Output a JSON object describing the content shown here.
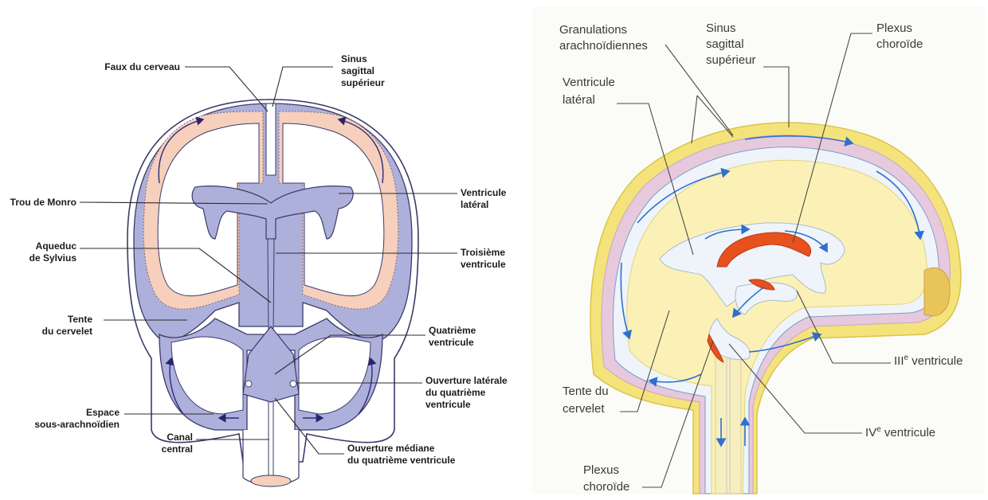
{
  "left_diagram": {
    "labels": {
      "faux": "Faux du cerveau",
      "sinus_1": "Sinus",
      "sinus_2": "sagittal",
      "sinus_3": "supérieur",
      "monro": "Trou de Monro",
      "ventricule_lateral_1": "Ventricule",
      "ventricule_lateral_2": "latéral",
      "aqueduc_1": "Aqueduc",
      "aqueduc_2": "de Sylvius",
      "troisieme_1": "Troisième",
      "troisieme_2": "ventricule",
      "tente_1": "Tente",
      "tente_2": "du cervelet",
      "quatrieme_1": "Quatrième",
      "quatrieme_2": "ventricule",
      "ouverture_laterale_1": "Ouverture latérale",
      "ouverture_laterale_2": "du quatrième",
      "ouverture_laterale_3": "ventricule",
      "espace_1": "Espace",
      "espace_2": "sous-arachnoïdien",
      "canal_1": "Canal",
      "canal_2": "central",
      "ouverture_mediane_1": "Ouverture médiane",
      "ouverture_mediane_2": "du quatrième ventricule"
    },
    "colors": {
      "csf": "#aeb0dc",
      "cortex": "#f6cfbd",
      "outline": "#3a3a6a"
    }
  },
  "right_diagram": {
    "labels": {
      "granulations_1": "Granulations",
      "granulations_2": "arachnoïdiennes",
      "sinus_1": "Sinus",
      "sinus_2": "sagittal",
      "sinus_3": "supérieur",
      "plexus_top_1": "Plexus",
      "plexus_top_2": "choroïde",
      "ventricule_lateral_1": "Ventricule",
      "ventricule_lateral_2": "latéral",
      "iii_ventricule_sup": "e",
      "iii_ventricule_main": "III",
      "iii_ventricule_rest": " ventricule",
      "iv_ventricule_main": "IV",
      "iv_ventricule_sup": "e",
      "iv_ventricule_rest": " ventricule",
      "tente_1": "Tente du",
      "tente_2": "cervelet",
      "plexus_bottom_1": "Plexus",
      "plexus_bottom_2": "choroïde"
    },
    "colors": {
      "brain": "#fbf1b6",
      "skull": "#f4e37a",
      "subarachnoid": "#eef4fa",
      "sinus": "#e7c9de",
      "plexus": "#e8501e",
      "arrows": "#2f6fd0"
    }
  }
}
